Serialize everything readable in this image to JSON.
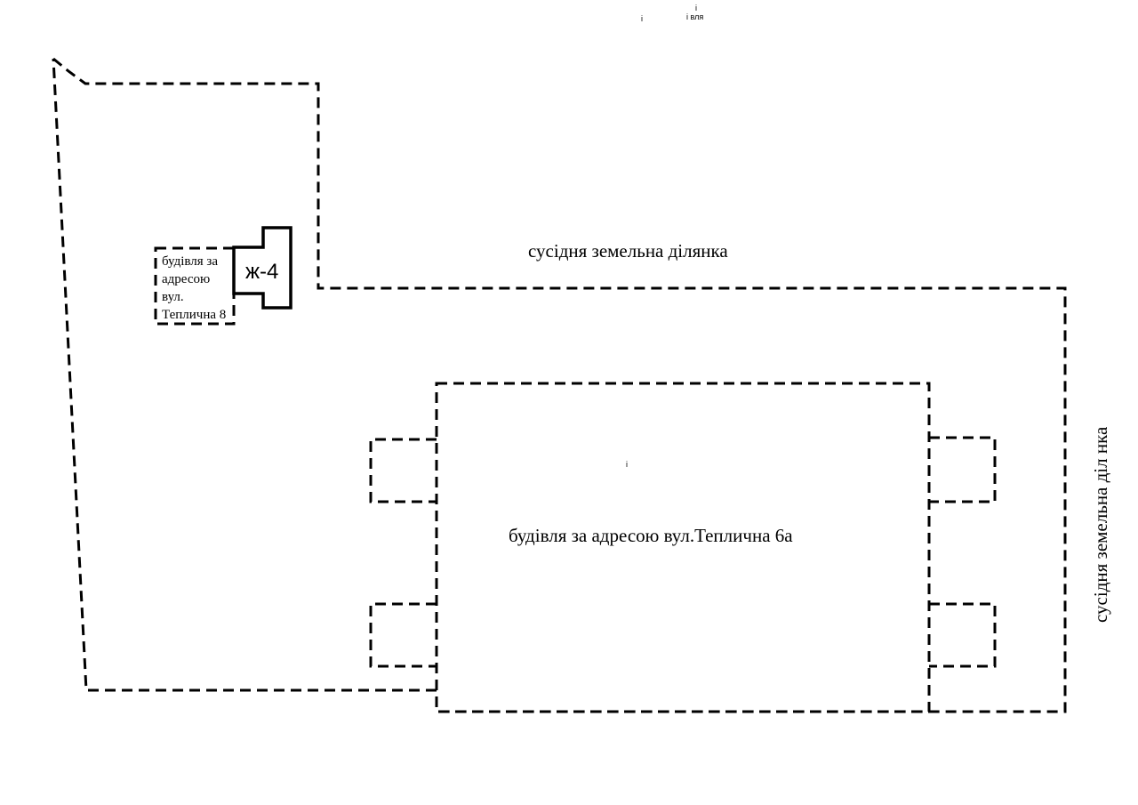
{
  "header_marks": {
    "mark_1": "і",
    "mark_2": "і",
    "mark_3": "і вля"
  },
  "labels": {
    "neighbor_plot_top": "сусідня земельна ділянка",
    "neighbor_plot_right": "сусідня земельна діл нка",
    "main_building": "будівля за адресою вул.Теплична 6а",
    "main_building_mark": "і",
    "small_building_lines": [
      "будівля за",
      "адресою",
      "вул.",
      "Теплична 8"
    ],
    "house_label": "ж-4"
  }
}
